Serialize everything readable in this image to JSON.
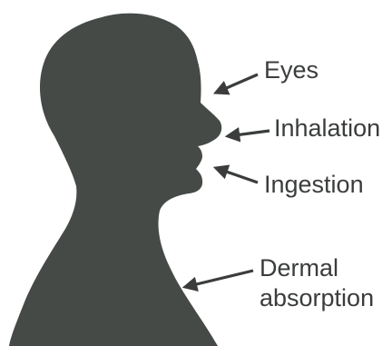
{
  "colors": {
    "silhouette": "#464a47",
    "arrow": "#3a3d3b",
    "text": "#3a3d3b",
    "background": "#ffffff"
  },
  "silhouette": {
    "icon": "human-head-profile-icon"
  },
  "routes": [
    {
      "label": "Eyes"
    },
    {
      "label": "Inhalation"
    },
    {
      "label": "Ingestion"
    },
    {
      "label_lines": [
        "Dermal",
        "absorption"
      ]
    }
  ]
}
